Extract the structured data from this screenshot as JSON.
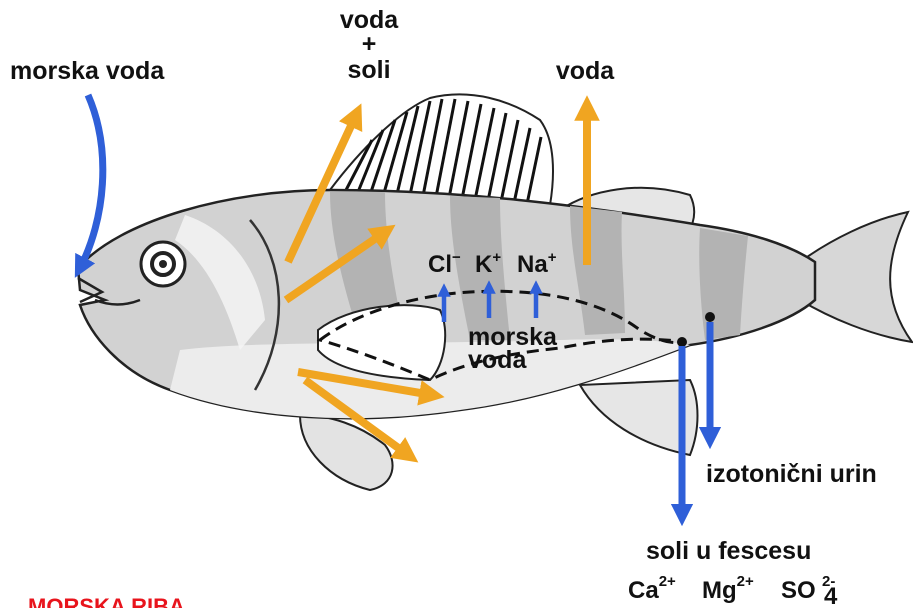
{
  "labels": {
    "seawater_in": "morska voda",
    "top_water": "voda",
    "top_plus": "+",
    "top_salts": "soli",
    "right_water": "voda",
    "gut_line1": "morska",
    "gut_line2": "voda",
    "urine": "izotonični urin",
    "feces": "soli u fescesu",
    "title": "MORSKA RIBA"
  },
  "ions_gut": [
    {
      "symbol": "Cl",
      "charge": "−"
    },
    {
      "symbol": "K",
      "charge": "+"
    },
    {
      "symbol": "Na",
      "charge": "+"
    }
  ],
  "ions_feces": [
    {
      "symbol": "Ca",
      "charge": "2+"
    },
    {
      "symbol": "Mg",
      "charge": "2+"
    },
    {
      "symbol": "SO",
      "sub": "4",
      "charge": "2-"
    }
  ],
  "colors": {
    "water_salt_arrow": "#f0a521",
    "ion_arrow": "#2f5fd8",
    "title": "#e8141c"
  }
}
